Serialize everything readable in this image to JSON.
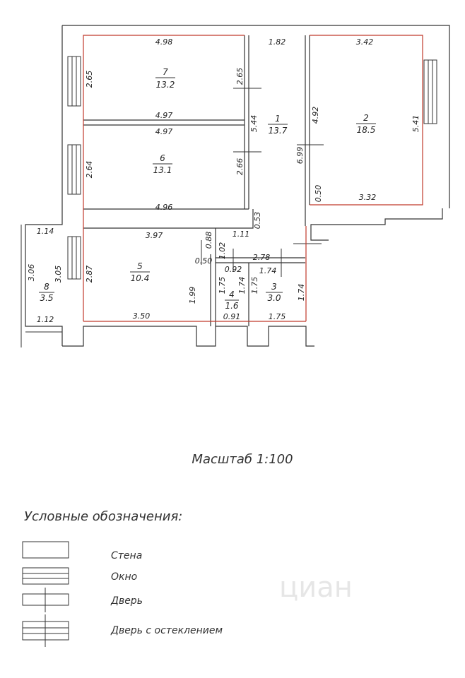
{
  "rooms": {
    "r7": {
      "num": "7",
      "area": "13.2"
    },
    "r6": {
      "num": "6",
      "area": "13.1"
    },
    "r1": {
      "num": "1",
      "area": "13.7"
    },
    "r2": {
      "num": "2",
      "area": "18.5"
    },
    "r5": {
      "num": "5",
      "area": "10.4"
    },
    "r4": {
      "num": "4",
      "area": "1.6"
    },
    "r3": {
      "num": "3",
      "area": "3.0"
    },
    "r8": {
      "num": "8",
      "area": "3.5"
    }
  },
  "dims": {
    "d_498": "4.98",
    "d_182": "1.82",
    "d_342": "3.42",
    "d_265a": "2.65",
    "d_265b": "2.65",
    "d_497a": "4.97",
    "d_497b": "4.97",
    "d_544": "5.44",
    "d_492": "4.92",
    "d_541": "5.41",
    "d_699": "6.99",
    "d_264": "2.64",
    "d_266": "2.66",
    "d_050a": "0.50",
    "d_332": "3.32",
    "d_496": "4.96",
    "d_053": "0.53",
    "d_114": "1.14",
    "d_397": "3.97",
    "d_088": "0.88",
    "d_111": "1.11",
    "d_102": "1.02",
    "d_278": "2.78",
    "d_050b": "0.50",
    "d_092": "0.92",
    "d_174a": "1.74",
    "d_306": "3.06",
    "d_305": "3.05",
    "d_287": "2.87",
    "d_175a": "1.75",
    "d_174b": "1.74",
    "d_175b": "1.75",
    "d_174c": "1.74",
    "d_199": "1.99",
    "d_350": "3.50",
    "d_091": "0.91",
    "d_175c": "1.75",
    "d_112": "1.12"
  },
  "scale": "Масштаб 1:100",
  "legend": {
    "title": "Условные обозначения:",
    "items": [
      "Стена",
      "Окно",
      "Дверь",
      "Дверь с остеклением"
    ]
  },
  "watermark": "циан"
}
